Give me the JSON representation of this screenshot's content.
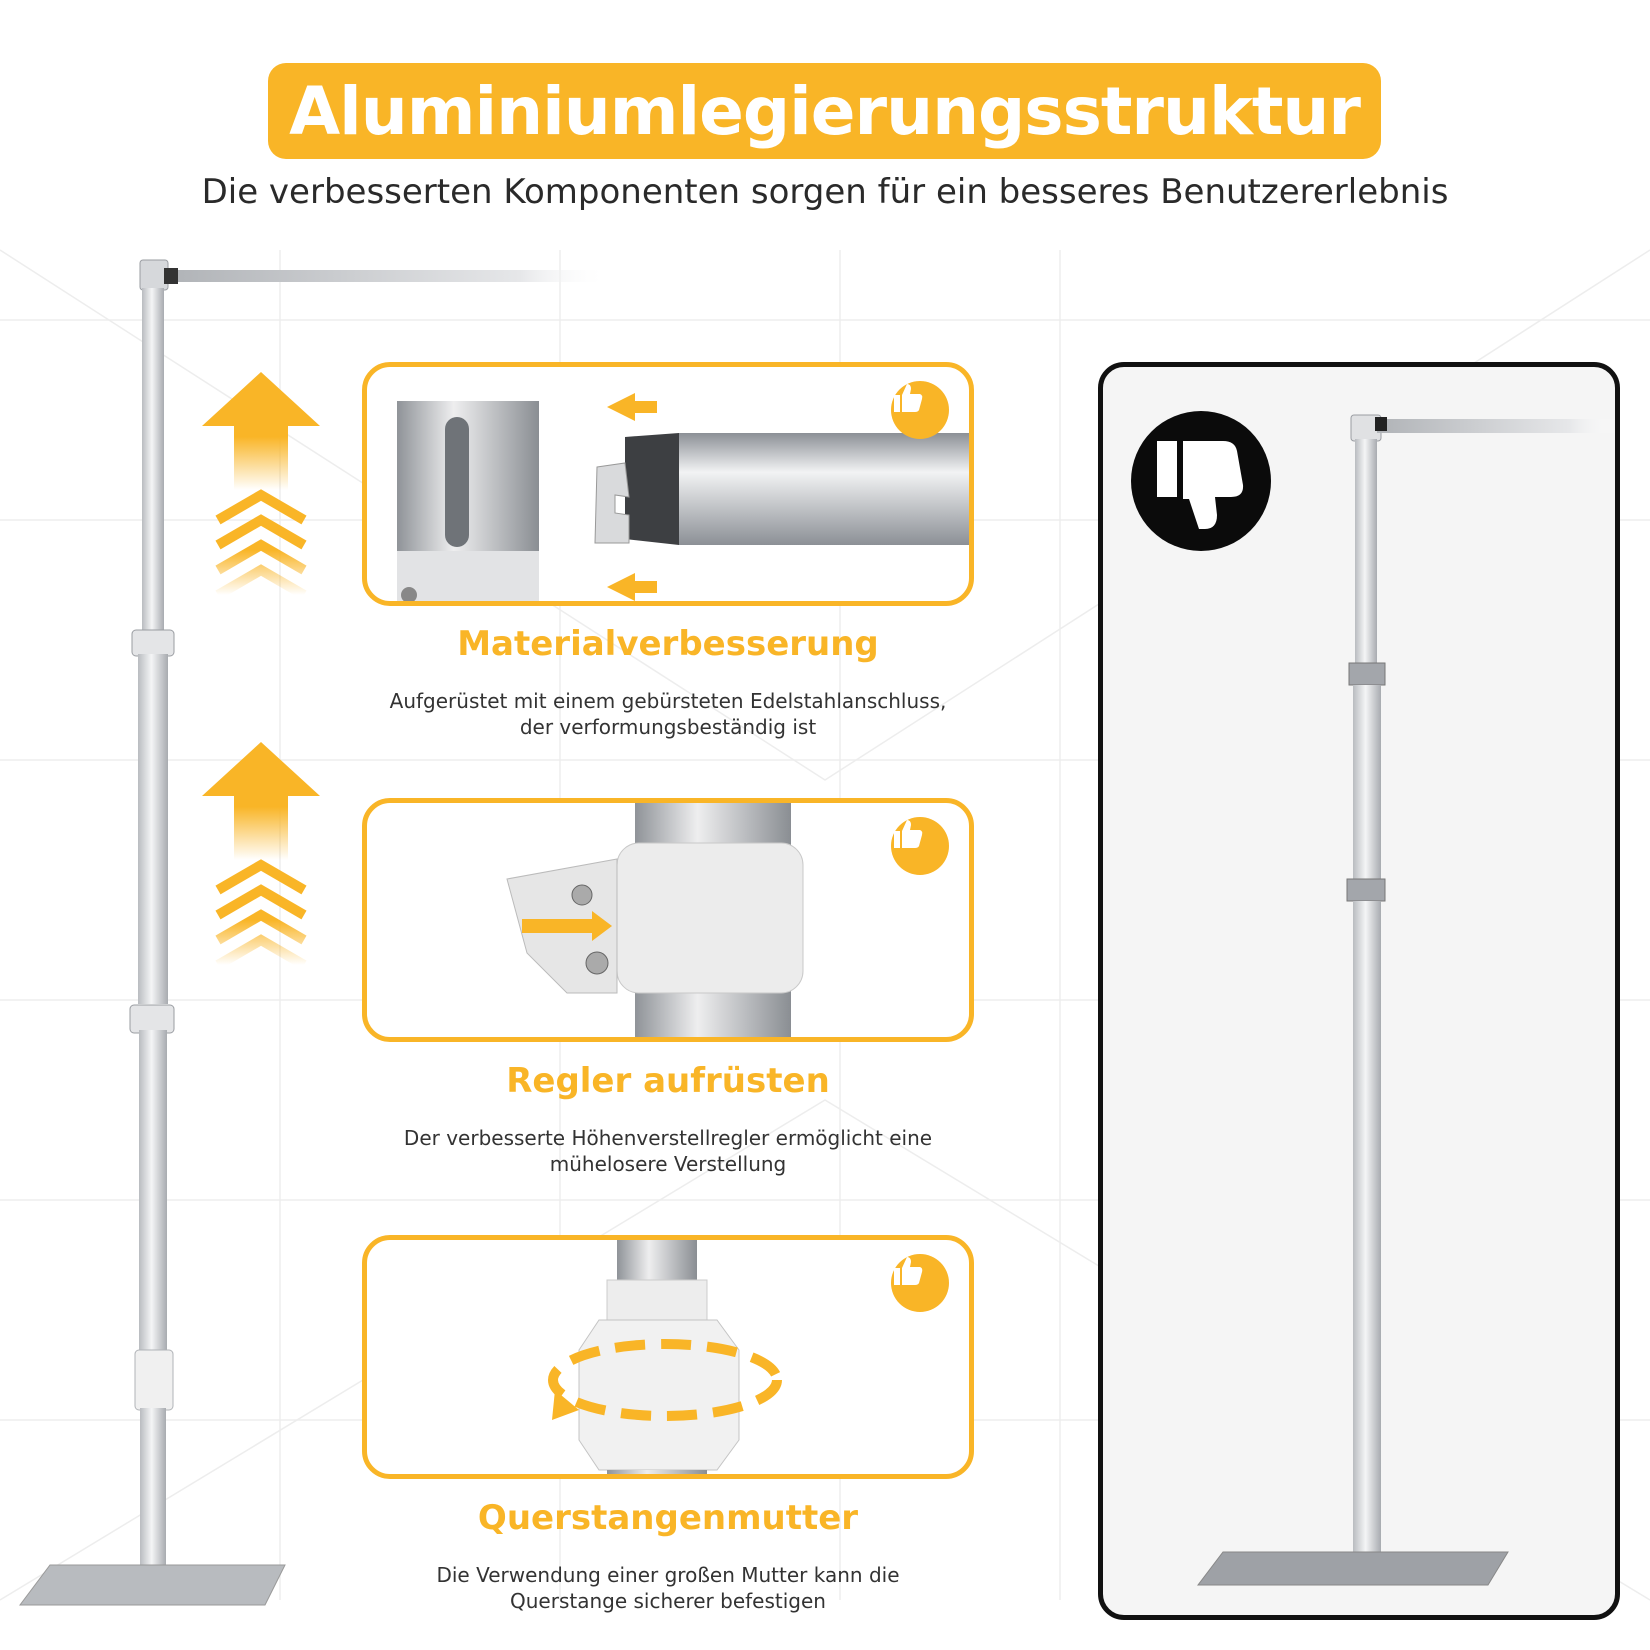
{
  "header": {
    "title": "Aluminiumlegierungsstruktur",
    "subtitle": "Die verbesserten Komponenten sorgen für ein besseres Benutzererlebnis"
  },
  "features": [
    {
      "title": "Materialverbesserung",
      "description_line1": "Aufgerüstet mit einem gebürsteten Edelstahlanschluss,",
      "description_line2": "der verformungsbeständig ist",
      "badge_icon": "thumbs-up-icon"
    },
    {
      "title": "Regler aufrüsten",
      "description_line1": "Der verbesserte Höhenverstellregler ermöglicht eine",
      "description_line2": "mühelosere Verstellung",
      "badge_icon": "thumbs-up-icon"
    },
    {
      "title": "Querstangenmutter",
      "description_line1": "Die Verwendung einer großen Mutter kann die",
      "description_line2": "Querstange sicherer befestigen",
      "badge_icon": "thumbs-up-icon"
    }
  ],
  "comparison": {
    "badge_icon": "thumbs-down-icon"
  },
  "colors": {
    "accent": "#f9b527",
    "text": "#2a2a2a",
    "panel_border": "#111111"
  }
}
